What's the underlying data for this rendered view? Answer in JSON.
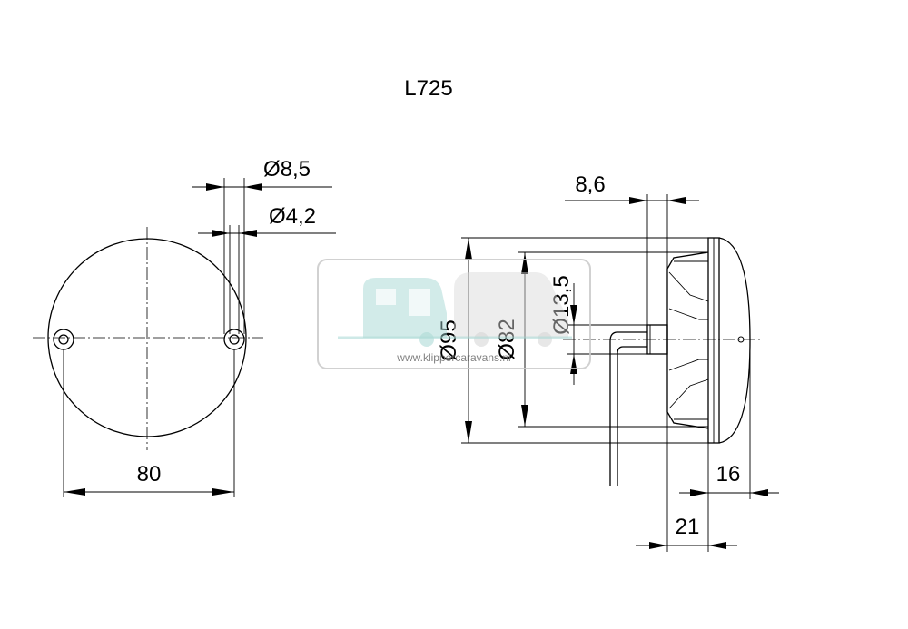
{
  "title": "L725",
  "dimensions": {
    "hole_outer": "Ø8,5",
    "hole_inner": "Ø4,2",
    "hole_spacing": "80",
    "cable_offset": "8,6",
    "outer_diameter": "Ø95",
    "inner_diameter": "Ø82",
    "cable_diameter": "Ø13,5",
    "lens_depth": "16",
    "total_depth": "21"
  },
  "watermark": {
    "text": "www.klippercaravans.nl",
    "color": "#9fd4cf"
  }
}
